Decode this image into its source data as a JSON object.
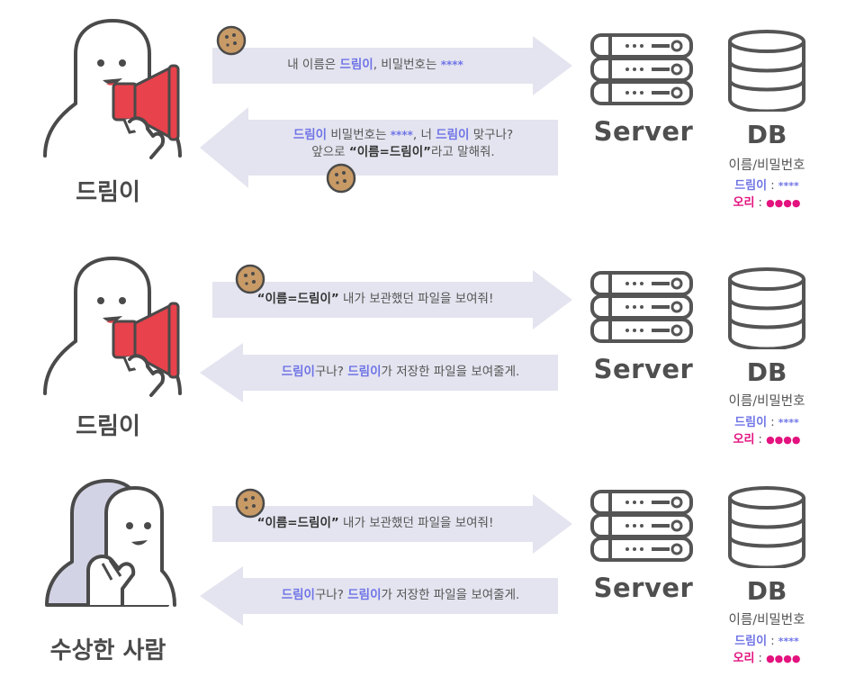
{
  "rows": [
    {
      "character": "드림이",
      "request": {
        "name": "드림이",
        "prefix": "내 이름은 ",
        "mid": ", 비밀번호는 ",
        "stars": "****"
      },
      "response": {
        "line1": {
          "name1": "드림이",
          "t1": " 비밀번호는 ",
          "stars": "****",
          "t2": ", 너 ",
          "name2": "드림이",
          "t3": " 맞구나?"
        },
        "line2": {
          "t1": "앞으로 ",
          "cookie": "“이름=드림이”",
          "t2": "라고 말해줘."
        }
      }
    },
    {
      "character": "드림이",
      "request": {
        "cookie": "“이름=드림이”",
        "text": " 내가 보관했던 파일을 보여줘!"
      },
      "response": {
        "name1": "드림이",
        "t1": "구나? ",
        "name2": "드림이",
        "t2": "가 저장한 파일을 보여줄게."
      }
    },
    {
      "character": "수상한 사람",
      "request": {
        "cookie": "“이름=드림이”",
        "text": " 내가 보관했던 파일을 보여줘!"
      },
      "response": {
        "name1": "드림이",
        "t1": "구나? ",
        "name2": "드림이",
        "t2": "가 저장한 파일을 보여줄게."
      }
    }
  ],
  "server": {
    "label": "Server"
  },
  "db": {
    "label": "DB",
    "subtitle": "이름/비밀번호",
    "entries": [
      {
        "name": "드림이",
        "sep": " : ",
        "value": "****"
      },
      {
        "name": "오리",
        "sep": " : ",
        "value": "●●●●"
      }
    ]
  },
  "colors": {
    "highlight": "#6f74e6",
    "magenta": "#e3127e",
    "arrow": "#e4e4f0",
    "megaphone": "#e8424c",
    "cookie": "#c89a66"
  },
  "icons": [
    "megaphone-icon",
    "cookie-icon",
    "server-icon",
    "database-icon"
  ]
}
